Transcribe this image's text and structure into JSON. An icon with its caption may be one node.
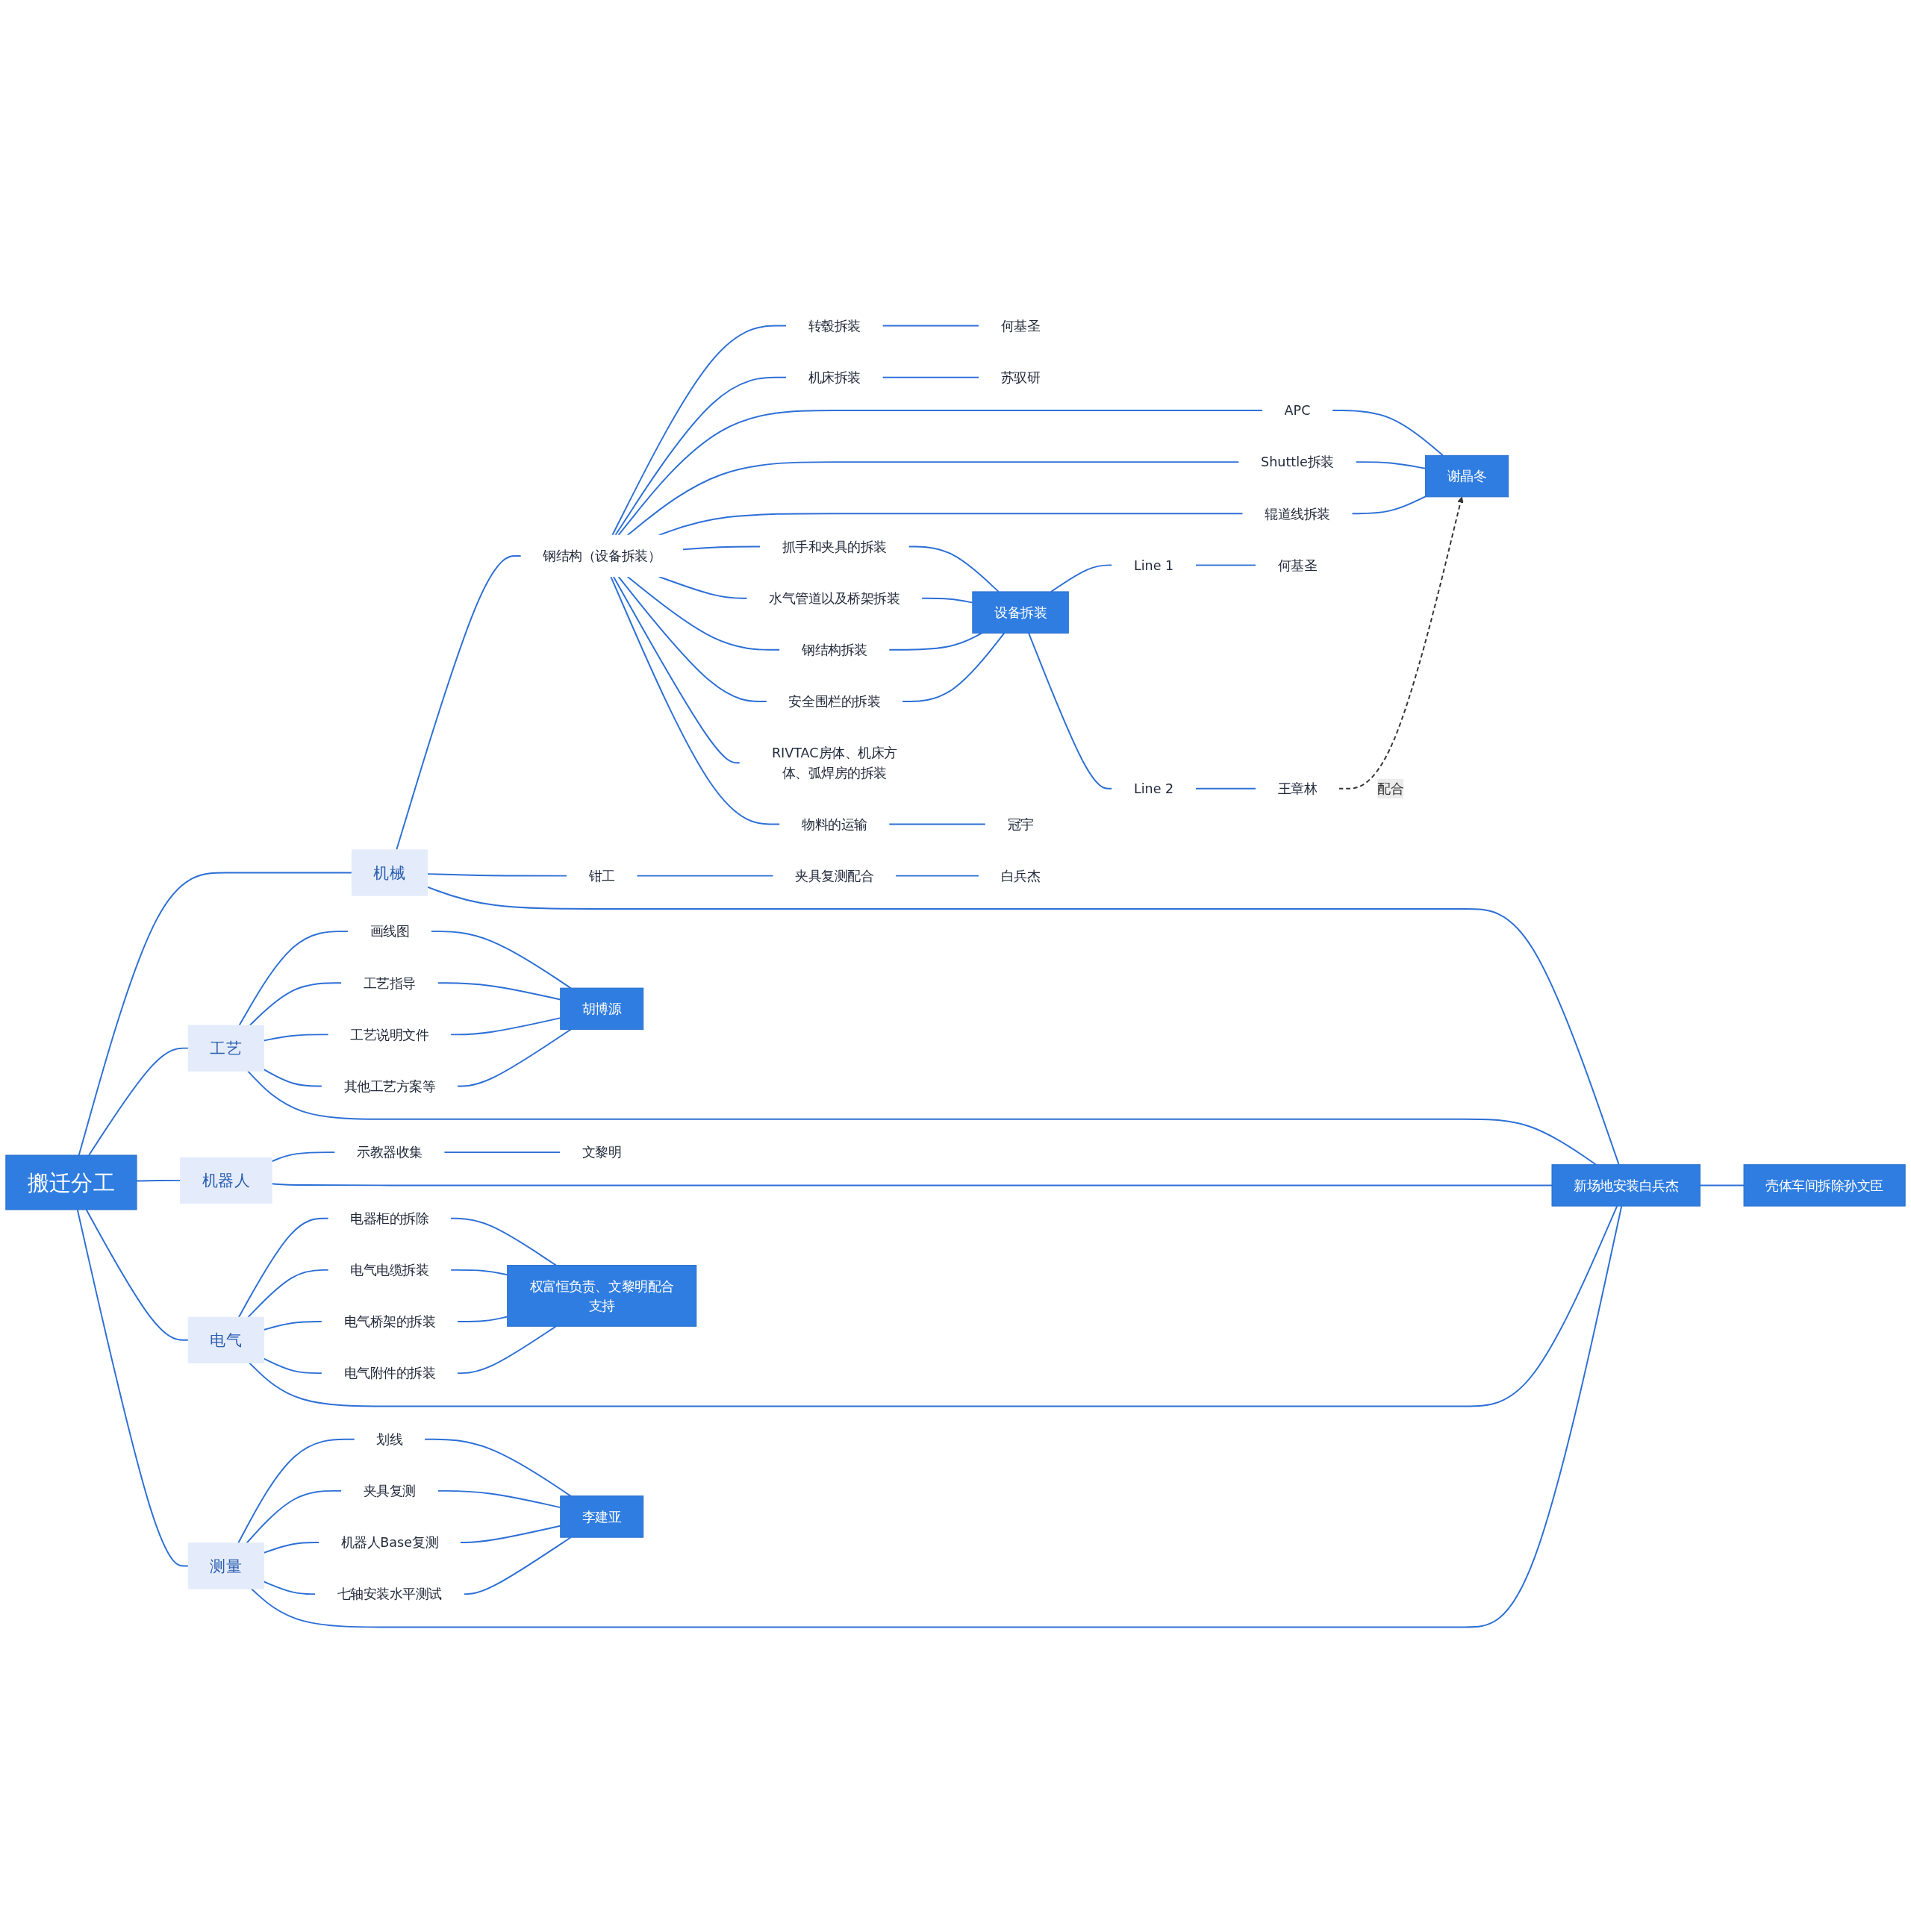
{
  "diagram": {
    "nodes": [
      {
        "text": [
          "搬迁分工"
        ]
      },
      {
        "text": [
          "机械"
        ]
      },
      {
        "text": [
          "钢结构（设备拆装）"
        ]
      },
      {
        "text": [
          "转毂拆装"
        ]
      },
      {
        "text": [
          "何基圣"
        ]
      },
      {
        "text": [
          "机床拆装"
        ]
      },
      {
        "text": [
          "苏驭研"
        ]
      },
      {
        "text": [
          "APC"
        ]
      },
      {
        "text": [
          "Shuttle拆装"
        ]
      },
      {
        "text": [
          "辊道线拆装"
        ]
      },
      {
        "text": [
          "谢晶冬"
        ]
      },
      {
        "text": [
          "抓手和夹具的拆装"
        ]
      },
      {
        "text": [
          "水气管道以及桥架拆装"
        ]
      },
      {
        "text": [
          "钢结构拆装"
        ]
      },
      {
        "text": [
          "安全围栏的拆装"
        ]
      },
      {
        "text": [
          "设备拆装"
        ]
      },
      {
        "text": [
          "Line 1"
        ]
      },
      {
        "text": [
          "何基圣"
        ]
      },
      {
        "text": [
          "Line 2"
        ]
      },
      {
        "text": [
          "王章林"
        ]
      },
      {
        "text": [
          "RIVTAC房体、机床方体、弧焊房的拆装"
        ]
      },
      {
        "text": [
          "物料的运输"
        ]
      },
      {
        "text": [
          "冠宇"
        ]
      },
      {
        "text": [
          "钳工"
        ]
      },
      {
        "text": [
          "夹具复测配合"
        ]
      },
      {
        "text": [
          "白兵杰"
        ]
      },
      {
        "text": [
          "工艺"
        ]
      },
      {
        "text": [
          "画线图"
        ]
      },
      {
        "text": [
          "工艺指导"
        ]
      },
      {
        "text": [
          "工艺说明文件"
        ]
      },
      {
        "text": [
          "其他工艺方案等"
        ]
      },
      {
        "text": [
          "胡博源"
        ]
      },
      {
        "text": [
          "机器人"
        ]
      },
      {
        "text": [
          "示教器收集"
        ]
      },
      {
        "text": [
          "文黎明"
        ]
      },
      {
        "text": [
          "电气"
        ]
      },
      {
        "text": [
          "电器柜的拆除"
        ]
      },
      {
        "text": [
          "电气电缆拆装"
        ]
      },
      {
        "text": [
          "电气桥架的拆装"
        ]
      },
      {
        "text": [
          "电气附件的拆装"
        ]
      },
      {
        "text": [
          "权富恒负责、文黎明配合支持"
        ]
      },
      {
        "text": [
          "测量"
        ]
      },
      {
        "text": [
          "划线"
        ]
      },
      {
        "text": [
          "夹具复测"
        ]
      },
      {
        "text": [
          "机器人Base复测"
        ]
      },
      {
        "text": [
          "七轴安装水平测试"
        ]
      },
      {
        "text": [
          "李建亚"
        ]
      },
      {
        "text": [
          "新场地安装白兵杰"
        ]
      },
      {
        "text": [
          "壳体车间拆除孙文臣"
        ]
      }
    ],
    "edges": [
      {
        "from": 0,
        "to": 1,
        "arrow": "none"
      },
      {
        "from": 1,
        "to": 2,
        "arrow": "none"
      },
      {
        "from": 2,
        "to": 3,
        "arrow": "none"
      },
      {
        "from": 3,
        "to": 4,
        "arrow": "none"
      },
      {
        "from": 2,
        "to": 5,
        "arrow": "none"
      },
      {
        "from": 5,
        "to": 6,
        "arrow": "none"
      },
      {
        "from": 2,
        "to": 7,
        "arrow": "none"
      },
      {
        "from": 2,
        "to": 8,
        "arrow": "none"
      },
      {
        "from": 2,
        "to": 9,
        "arrow": "none"
      },
      {
        "from": 7,
        "to": 10,
        "arrow": "none"
      },
      {
        "from": 8,
        "to": 10,
        "arrow": "none"
      },
      {
        "from": 9,
        "to": 10,
        "arrow": "none"
      },
      {
        "from": 2,
        "to": 11,
        "arrow": "none"
      },
      {
        "from": 2,
        "to": 12,
        "arrow": "none"
      },
      {
        "from": 2,
        "to": 13,
        "arrow": "none"
      },
      {
        "from": 2,
        "to": 14,
        "arrow": "none"
      },
      {
        "from": 11,
        "to": 15,
        "arrow": "none"
      },
      {
        "from": 12,
        "to": 15,
        "arrow": "none"
      },
      {
        "from": 13,
        "to": 15,
        "arrow": "none"
      },
      {
        "from": 14,
        "to": 15,
        "arrow": "none"
      },
      {
        "from": 15,
        "to": 16,
        "arrow": "none"
      },
      {
        "from": 16,
        "to": 17,
        "arrow": "none"
      },
      {
        "from": 15,
        "to": 18,
        "arrow": "none"
      },
      {
        "from": 18,
        "to": 19,
        "arrow": "none"
      },
      {
        "from": 19,
        "to": 10,
        "arrow": "to",
        "label": "配合",
        "style": "dashed",
        "color": "#333333"
      },
      {
        "from": 2,
        "to": 20,
        "arrow": "none"
      },
      {
        "from": 2,
        "to": 21,
        "arrow": "none"
      },
      {
        "from": 21,
        "to": 22,
        "arrow": "none"
      },
      {
        "from": 1,
        "to": 23,
        "arrow": "none"
      },
      {
        "from": 23,
        "to": 24,
        "arrow": "none"
      },
      {
        "from": 24,
        "to": 25,
        "arrow": "none"
      },
      {
        "from": 0,
        "to": 26,
        "arrow": "none"
      },
      {
        "from": 26,
        "to": 27,
        "arrow": "none"
      },
      {
        "from": 26,
        "to": 28,
        "arrow": "none"
      },
      {
        "from": 26,
        "to": 29,
        "arrow": "none"
      },
      {
        "from": 26,
        "to": 30,
        "arrow": "none"
      },
      {
        "from": 27,
        "to": 31,
        "arrow": "none"
      },
      {
        "from": 28,
        "to": 31,
        "arrow": "none"
      },
      {
        "from": 29,
        "to": 31,
        "arrow": "none"
      },
      {
        "from": 30,
        "to": 31,
        "arrow": "none"
      },
      {
        "from": 0,
        "to": 32,
        "arrow": "none"
      },
      {
        "from": 32,
        "to": 33,
        "arrow": "none"
      },
      {
        "from": 33,
        "to": 34,
        "arrow": "none"
      },
      {
        "from": 0,
        "to": 35,
        "arrow": "none"
      },
      {
        "from": 35,
        "to": 36,
        "arrow": "none"
      },
      {
        "from": 35,
        "to": 37,
        "arrow": "none"
      },
      {
        "from": 35,
        "to": 38,
        "arrow": "none"
      },
      {
        "from": 35,
        "to": 39,
        "arrow": "none"
      },
      {
        "from": 36,
        "to": 40,
        "arrow": "none"
      },
      {
        "from": 37,
        "to": 40,
        "arrow": "none"
      },
      {
        "from": 38,
        "to": 40,
        "arrow": "none"
      },
      {
        "from": 39,
        "to": 40,
        "arrow": "none"
      },
      {
        "from": 0,
        "to": 41,
        "arrow": "none"
      },
      {
        "from": 41,
        "to": 42,
        "arrow": "none"
      },
      {
        "from": 41,
        "to": 43,
        "arrow": "none"
      },
      {
        "from": 41,
        "to": 44,
        "arrow": "none"
      },
      {
        "from": 41,
        "to": 45,
        "arrow": "none"
      },
      {
        "from": 42,
        "to": 46,
        "arrow": "none"
      },
      {
        "from": 43,
        "to": 46,
        "arrow": "none"
      },
      {
        "from": 44,
        "to": 46,
        "arrow": "none"
      },
      {
        "from": 45,
        "to": 46,
        "arrow": "none"
      },
      {
        "from": 1,
        "to": 47,
        "arrow": "none"
      },
      {
        "from": 26,
        "to": 47,
        "arrow": "none"
      },
      {
        "from": 32,
        "to": 47,
        "arrow": "none"
      },
      {
        "from": 35,
        "to": 47,
        "arrow": "none"
      },
      {
        "from": 41,
        "to": 47,
        "arrow": "none"
      },
      {
        "from": 47,
        "to": 48,
        "arrow": "none"
      }
    ]
  }
}
